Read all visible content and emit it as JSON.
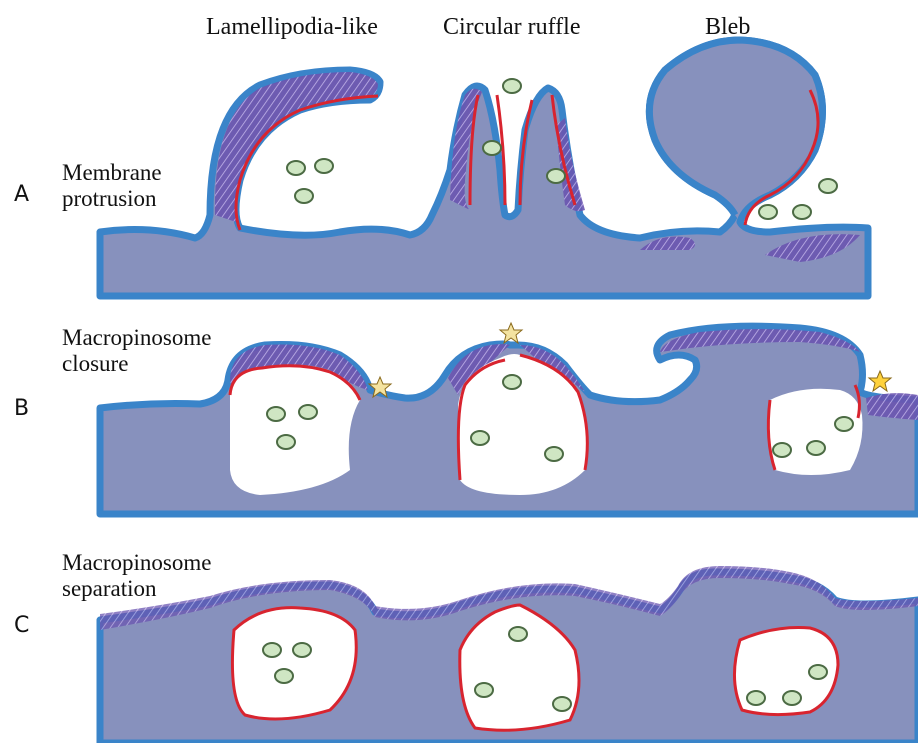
{
  "columns": [
    "Lamellipodia-like",
    "Circular ruffle",
    "Bleb"
  ],
  "rows": [
    {
      "label": "A",
      "text": [
        "Membrane",
        "protrusion"
      ]
    },
    {
      "label": "B",
      "text": [
        "Macropinosome",
        "closure"
      ]
    },
    {
      "label": "C",
      "text": [
        "Macropinosome",
        "separation"
      ]
    }
  ],
  "colors": {
    "cytoplasm": "#8791bd",
    "membrane": "#3a84c9",
    "actin": "#7b57b8",
    "fusion_edge": "#d8242f",
    "vesicle_fill": "#cfe6c3",
    "vesicle_stroke": "#4c6b44",
    "star_fill": "#f4e3a0"
  },
  "icons": [
    "vesicle-icon",
    "fission-star-icon"
  ]
}
